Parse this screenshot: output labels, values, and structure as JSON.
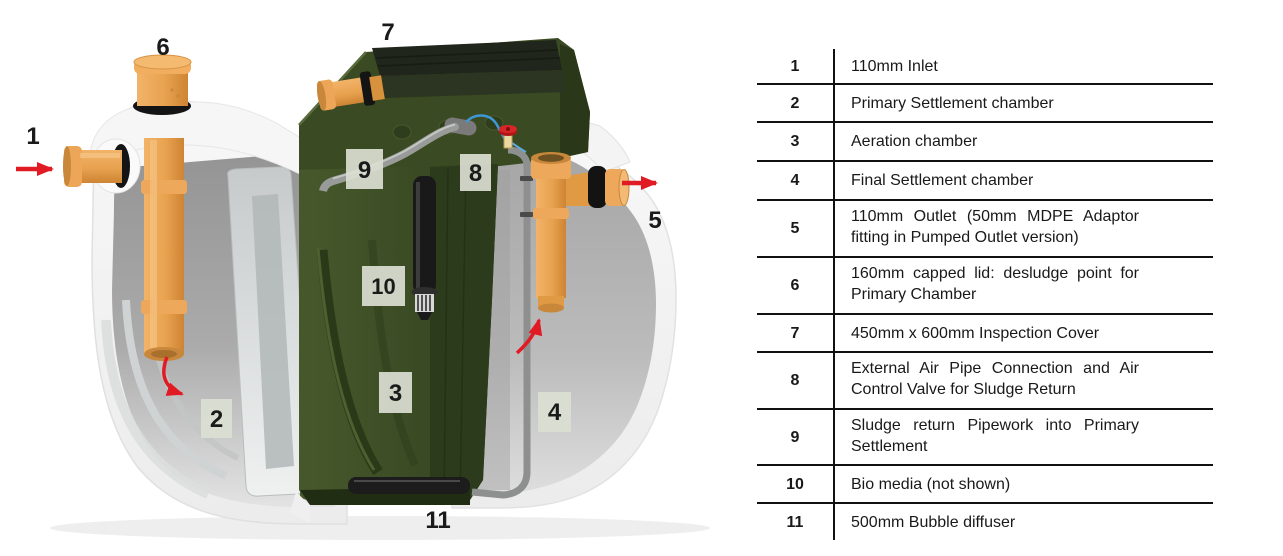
{
  "figure": {
    "description": "Cutaway 3D diagram of a sewage treatment plant tank with numbered callouts",
    "labels": {
      "n1": "1",
      "n2": "2",
      "n3": "3",
      "n4": "4",
      "n5": "5",
      "n6": "6",
      "n7": "7",
      "n8": "8",
      "n9": "9",
      "n10": "10",
      "n11": "11"
    }
  },
  "legend": {
    "rows": [
      {
        "num": "1",
        "desc": "110mm Inlet"
      },
      {
        "num": "2",
        "desc": "Primary Settlement chamber"
      },
      {
        "num": "3",
        "desc": "Aeration chamber"
      },
      {
        "num": "4",
        "desc": "Final Settlement chamber"
      },
      {
        "num": "5",
        "desc": "110mm Outlet (50mm MDPE Adaptor fitting in Pumped Outlet version)"
      },
      {
        "num": "6",
        "desc": "160mm capped lid: desludge point for Primary Chamber"
      },
      {
        "num": "7",
        "desc": "450mm x 600mm Inspection Cover"
      },
      {
        "num": "8",
        "desc": "External Air Pipe Connection and Air Control Valve for Sludge Return"
      },
      {
        "num": "9",
        "desc": "Sludge return Pipework into Primary Settlement"
      },
      {
        "num": "10",
        "desc": "Bio media (not shown)"
      },
      {
        "num": "11",
        "desc": "500mm Bubble diffuser"
      }
    ]
  },
  "colors": {
    "arrow_red": "#e01b24",
    "pipe_orange": "#e8a24f",
    "tank_green": "#3c4d26",
    "cover_dark": "#20261b",
    "shell_white": "#f3f3f3",
    "interior_gray": "#a8a8a8",
    "table_line": "#111111",
    "label_box": "#dbded2",
    "air_tube_blue": "#3f97d3",
    "valve_red": "#d92525"
  }
}
